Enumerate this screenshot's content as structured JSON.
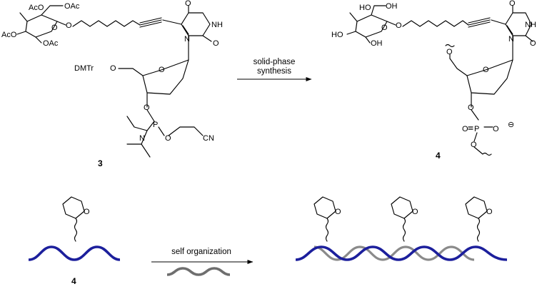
{
  "scheme": {
    "compound_3": {
      "label": "3",
      "sugar_groups": [
        "AcO",
        "OAc",
        "AcO",
        "OAc",
        "O",
        "O"
      ],
      "base_atoms": [
        "O",
        "NH",
        "O",
        "N"
      ],
      "sugar_ring_o": "O",
      "protecting_group": "DMTr",
      "linker_o": "O",
      "phosphoramidite": [
        "O",
        "P",
        "N",
        "O",
        "CN"
      ]
    },
    "compound_4": {
      "label": "4",
      "sugar_groups": [
        "HO",
        "OH",
        "HO",
        "OH",
        "O",
        "O"
      ],
      "base_atoms": [
        "O",
        "NH",
        "O",
        "N"
      ],
      "sugar_ring_o": "O",
      "backbone_atoms": [
        "O",
        "O",
        "O",
        "P",
        "O",
        "O",
        "O"
      ],
      "charge": "⊖"
    },
    "reaction_1": {
      "label": "solid-phase",
      "label_line2": "synthesis"
    },
    "assembly": {
      "monomer_label": "4",
      "pyranose_o": "O",
      "reaction_label": "self organization"
    }
  }
}
